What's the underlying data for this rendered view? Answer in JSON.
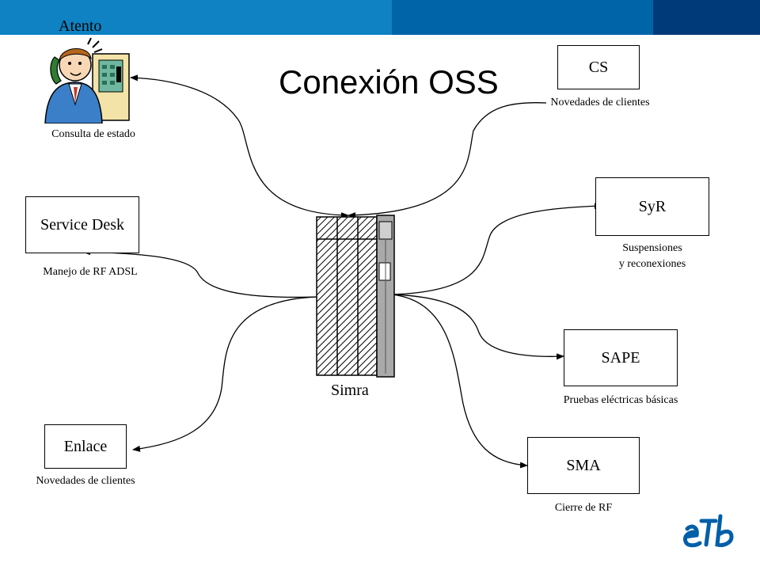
{
  "title": "Conexión OSS",
  "hub": {
    "label": "Simra"
  },
  "operator": {
    "label": "Atento",
    "caption": "Consulta de estado"
  },
  "nodes": {
    "cs": {
      "label": "CS",
      "caption": "Novedades de clientes"
    },
    "service_desk": {
      "label": "Service Desk",
      "caption": "Manejo de RF ADSL"
    },
    "syr": {
      "label": "SyR",
      "caption_line1": "Suspensiones",
      "caption_line2": "y reconexiones"
    },
    "sape": {
      "label": "SAPE",
      "caption": "Pruebas eléctricas básicas"
    },
    "enlace": {
      "label": "Enlace",
      "caption": "Novedades de clientes"
    },
    "sma": {
      "label": "SMA",
      "caption": "Cierre de RF"
    }
  },
  "colors": {
    "bar_light": "#0e82c2",
    "bar_mid": "#0064a8",
    "bar_dark": "#003a78",
    "logo": "#005fa9"
  },
  "icons": {
    "operator": "telephone-operator-icon",
    "hub": "server-rack-icon",
    "logo": "etb-logo-icon"
  }
}
